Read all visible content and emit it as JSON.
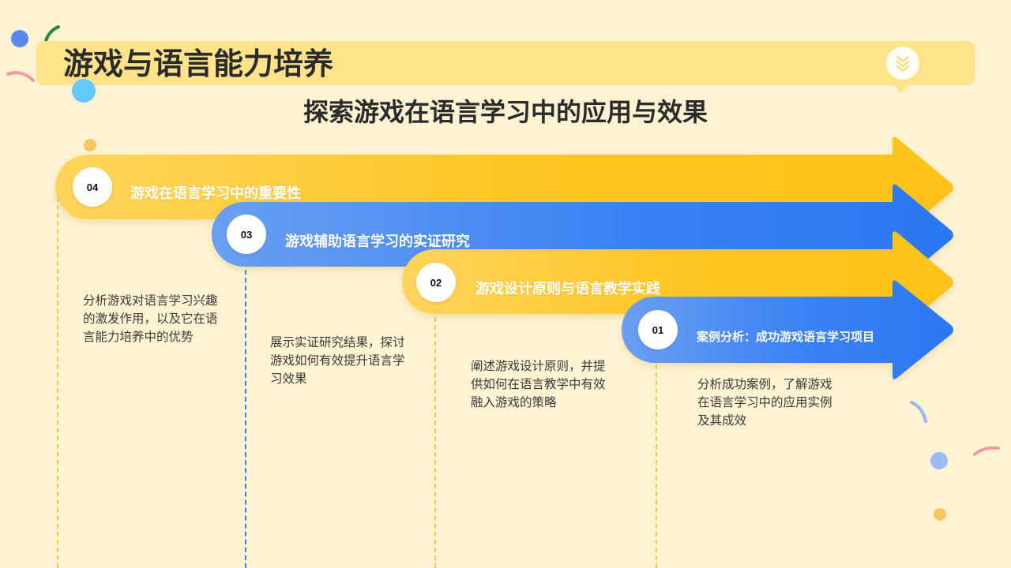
{
  "header": {
    "title": "游戏与语言能力培养",
    "subtitle": "探索游戏在语言学习中的应用与效果",
    "badge_icon": "double-chevron-down-icon"
  },
  "colors": {
    "background": "#fdf3d2",
    "title_bar": "#fee38a",
    "yellow_arrow_start": "#fed45c",
    "yellow_arrow_end": "#ffc31a",
    "blue_arrow_start": "#6a9ff2",
    "blue_arrow_end": "#2b78f3",
    "text_dark": "#2b2b2b"
  },
  "steps": [
    {
      "number": "04",
      "title": "游戏在语言学习中的重要性",
      "description": "分析游戏对语言学习兴趣的激发作用，以及它在语言能力培养中的优势",
      "color": "yellow"
    },
    {
      "number": "03",
      "title": "游戏辅助语言学习的实证研究",
      "description": "展示实证研究结果，探讨游戏如何有效提升语言学习效果",
      "color": "blue"
    },
    {
      "number": "02",
      "title": "游戏设计原则与语言教学实践",
      "description": "阐述游戏设计原则，并提供如何在语言教学中有效融入游戏的策略",
      "color": "yellow"
    },
    {
      "number": "01",
      "title": "案例分析：成功游戏语言学习项目",
      "description": "分析成功案例，了解游戏在语言学习中的应用实例及其成效",
      "color": "blue"
    }
  ]
}
